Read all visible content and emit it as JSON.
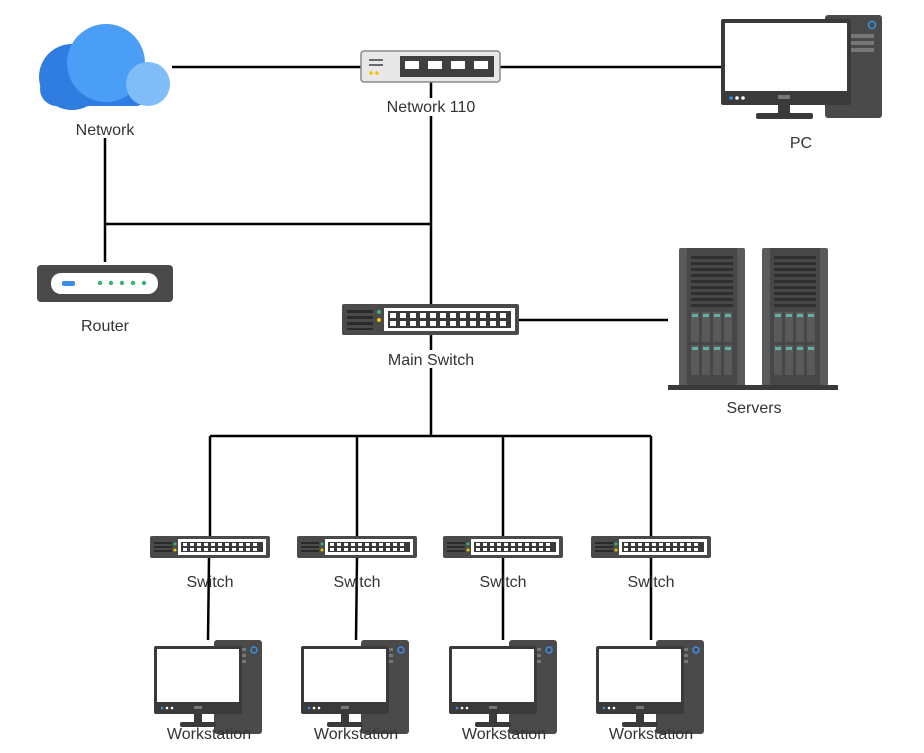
{
  "diagram": {
    "nodes": {
      "cloud": {
        "label": "Network",
        "icon": "cloud-icon"
      },
      "top_switch": {
        "label": "Network 110",
        "icon": "network-switch-icon"
      },
      "pc": {
        "label": "PC",
        "icon": "desktop-computer-icon"
      },
      "router": {
        "label": "Router",
        "icon": "router-icon"
      },
      "main_switch": {
        "label": "Main Switch",
        "icon": "network-switch-icon"
      },
      "servers": {
        "label": "Servers",
        "icon": "server-rack-icon"
      },
      "switches": [
        {
          "label": "Switch",
          "icon": "network-switch-icon"
        },
        {
          "label": "Switch",
          "icon": "network-switch-icon"
        },
        {
          "label": "Switch",
          "icon": "network-switch-icon"
        },
        {
          "label": "Switch",
          "icon": "network-switch-icon"
        }
      ],
      "workstations": [
        {
          "label": "Workstation",
          "icon": "desktop-computer-icon"
        },
        {
          "label": "Workstation",
          "icon": "desktop-computer-icon"
        },
        {
          "label": "Workstation",
          "icon": "desktop-computer-icon"
        },
        {
          "label": "Workstation",
          "icon": "desktop-computer-icon"
        }
      ]
    },
    "colors": {
      "cloud_dark": "#2f7de0",
      "cloud_main": "#4a9ef5",
      "cloud_light": "#7fbcf8",
      "device_gray": "#4a4a4a",
      "device_light": "#e8e8e8",
      "led_green": "#3cb371",
      "led_yellow": "#f2c200",
      "led_blue": "#3b8fe8",
      "wire": "#000000"
    }
  }
}
